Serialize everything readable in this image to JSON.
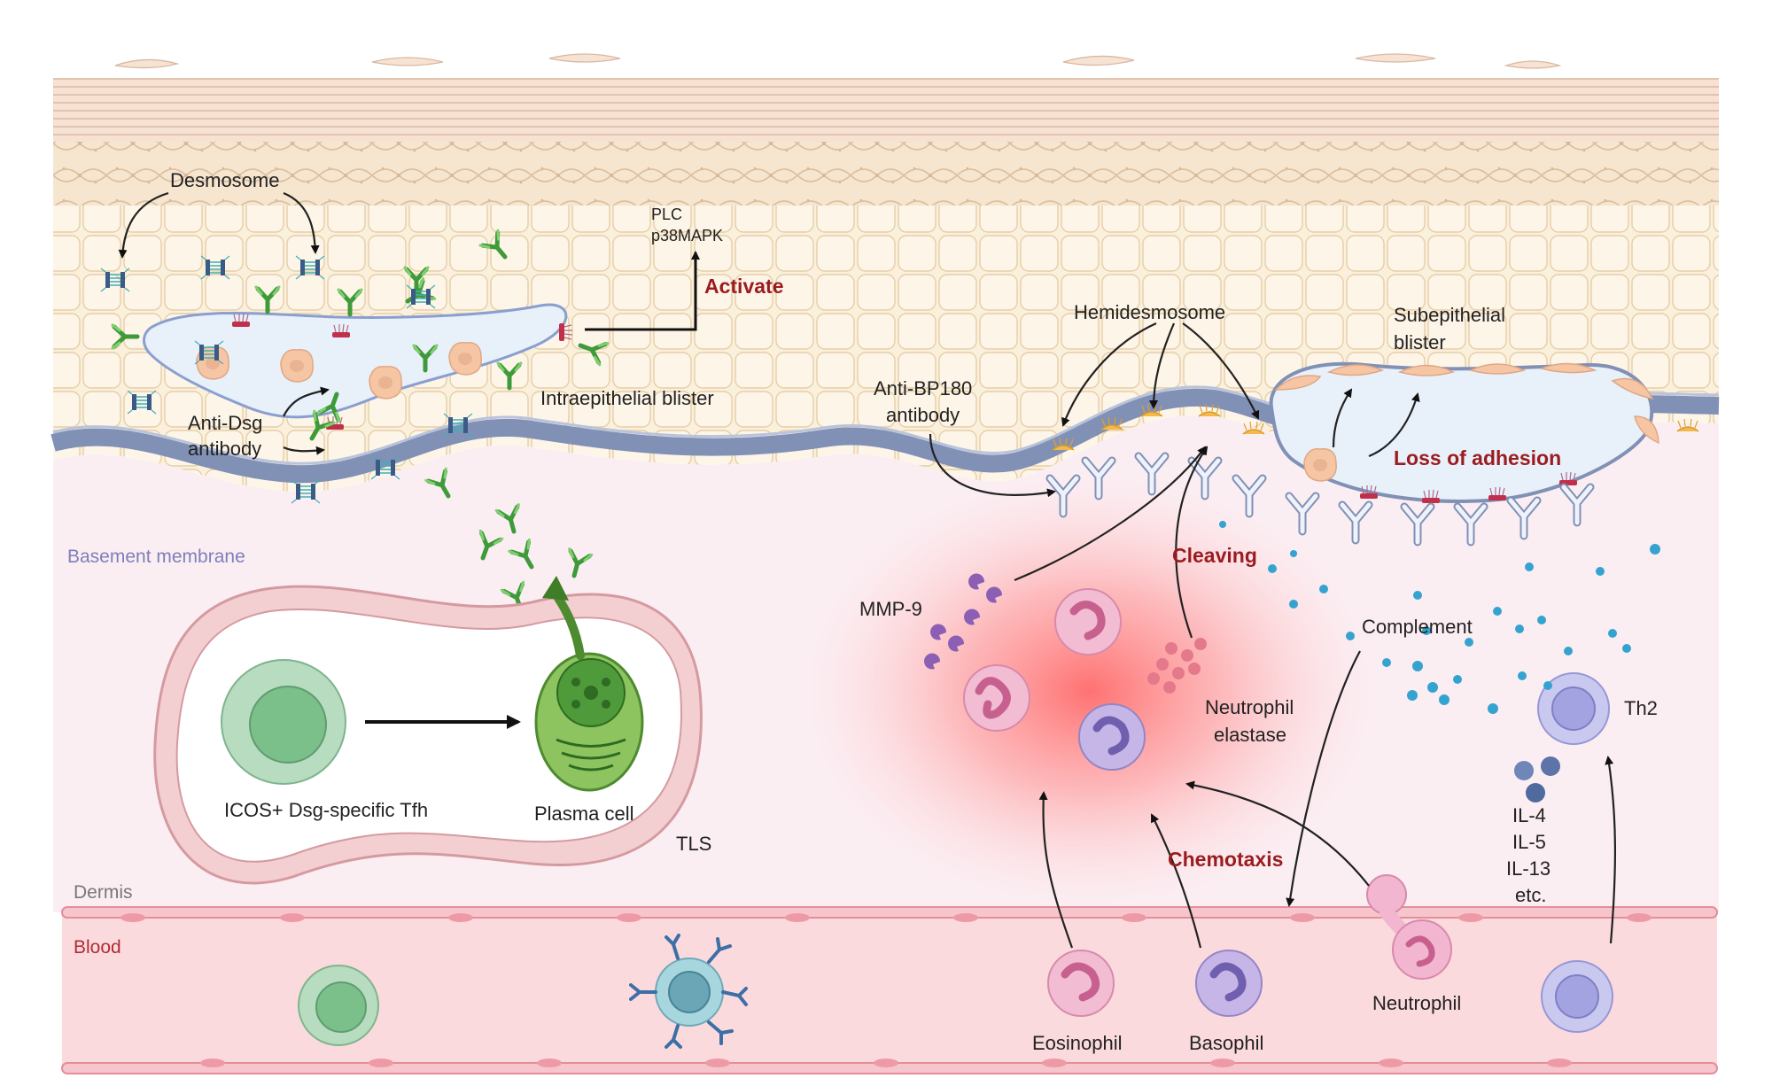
{
  "labels": {
    "desmosome": "Desmosome",
    "plc": "PLC",
    "p38mapk": "p38MAPK",
    "activate": "Activate",
    "intraepithelial_blister": "Intraepithelial blister",
    "anti_dsg_line1": "Anti-Dsg",
    "anti_dsg_line2": "antibody",
    "hemidesmosome": "Hemidesmosome",
    "subepithelial_line1": "Subepithelial",
    "subepithelial_line2": "blister",
    "anti_bp180_line1": "Anti-BP180",
    "anti_bp180_line2": "antibody",
    "loss_of_adhesion": "Loss of adhesion",
    "basement_membrane": "Basement membrane",
    "cleaving": "Cleaving",
    "mmp9": "MMP-9",
    "complement": "Complement",
    "neutrophil_elastase_line1": "Neutrophil",
    "neutrophil_elastase_line2": "elastase",
    "th2": "Th2",
    "tfh": "ICOS+ Dsg-specific Tfh",
    "plasma_cell": "Plasma cell",
    "tls": "TLS",
    "il4": "IL-4",
    "il5": "IL-5",
    "il13": "IL-13",
    "etc": "etc.",
    "chemotaxis": "Chemotaxis",
    "dermis": "Dermis",
    "blood": "Blood",
    "eosinophil": "Eosinophil",
    "basophil": "Basophil",
    "neutrophil": "Neutrophil"
  },
  "colors": {
    "epidermis": "#fbf0dc",
    "cell_outline": "#e6cfa9",
    "stratum_corneum": "#f3dccb",
    "basement_membrane": "#8190b5",
    "dermis": "#fbeef3",
    "blood_vessel": "#f6c6cc",
    "blister_fill": "#e8f0fa",
    "antibody_green": "#3f9a3a",
    "antibody_white": "#e8eef8",
    "accent_red": "#9b1c1f",
    "region_purple": "#7e7fba",
    "region_red": "#b02c35",
    "region_gray": "#777777",
    "complement_blue": "#35a3cf",
    "inflammation_red": "#ff6b6b",
    "tfh_green": "#8cc59a",
    "plasma_green": "#6ab04c",
    "th2_purple": "#a9a9e6",
    "eosinophil_pink": "#f0a9c4",
    "basophil_purple": "#b9a6db",
    "neutrophil_pink": "#f2b6d0",
    "b_cell_teal": "#8fc8d4"
  },
  "icons": [
    "desmosome-icon",
    "anti-dsg-antibody-icon",
    "hemidesmosome-icon",
    "anti-bp180-antibody-icon",
    "mmp9-enzyme-icon",
    "complement-particle-icon",
    "neutrophil-elastase-icon",
    "cytokine-icon",
    "tfh-cell-icon",
    "plasma-cell-icon",
    "eosinophil-icon",
    "basophil-icon",
    "neutrophil-icon",
    "th2-cell-icon",
    "b-cell-icon"
  ]
}
